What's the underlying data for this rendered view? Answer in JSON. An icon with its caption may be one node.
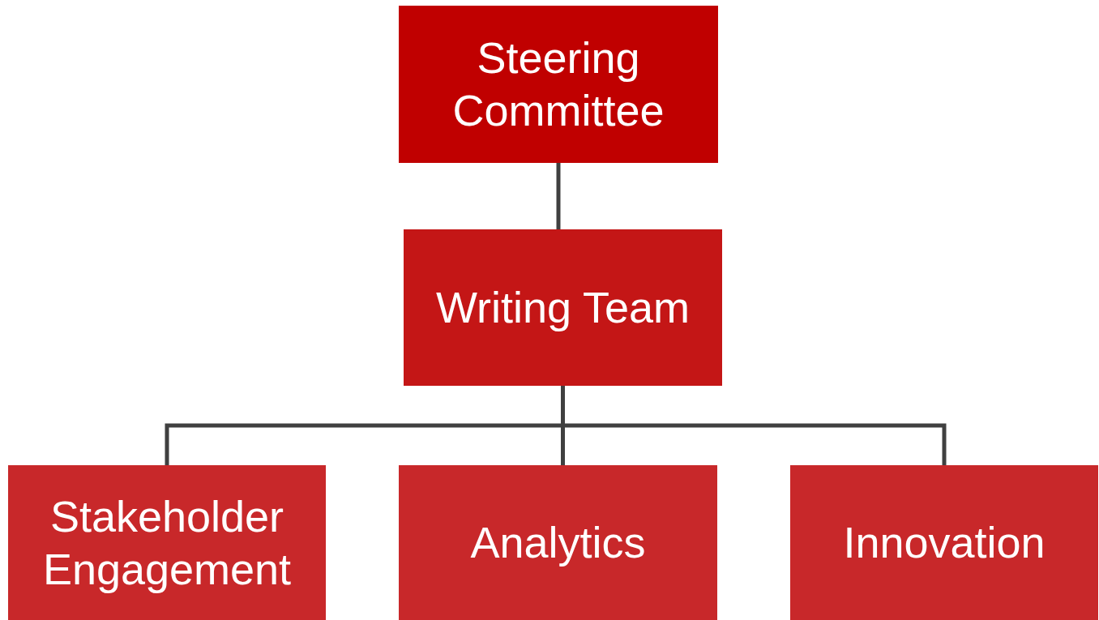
{
  "diagram": {
    "nodes": [
      {
        "text": [
          "Steering Committee"
        ]
      },
      {
        "text": [
          "Writing Team"
        ]
      },
      {
        "text": [
          "Stakeholder Engagement"
        ]
      },
      {
        "text": [
          "Analytics"
        ]
      },
      {
        "text": [
          "Innovation"
        ]
      }
    ],
    "edges": [
      {
        "from": 0,
        "to": 1,
        "arrow": "none"
      },
      {
        "from": 1,
        "to": 2,
        "arrow": "none"
      },
      {
        "from": 1,
        "to": 3,
        "arrow": "none"
      },
      {
        "from": 1,
        "to": 4,
        "arrow": "none"
      }
    ]
  }
}
